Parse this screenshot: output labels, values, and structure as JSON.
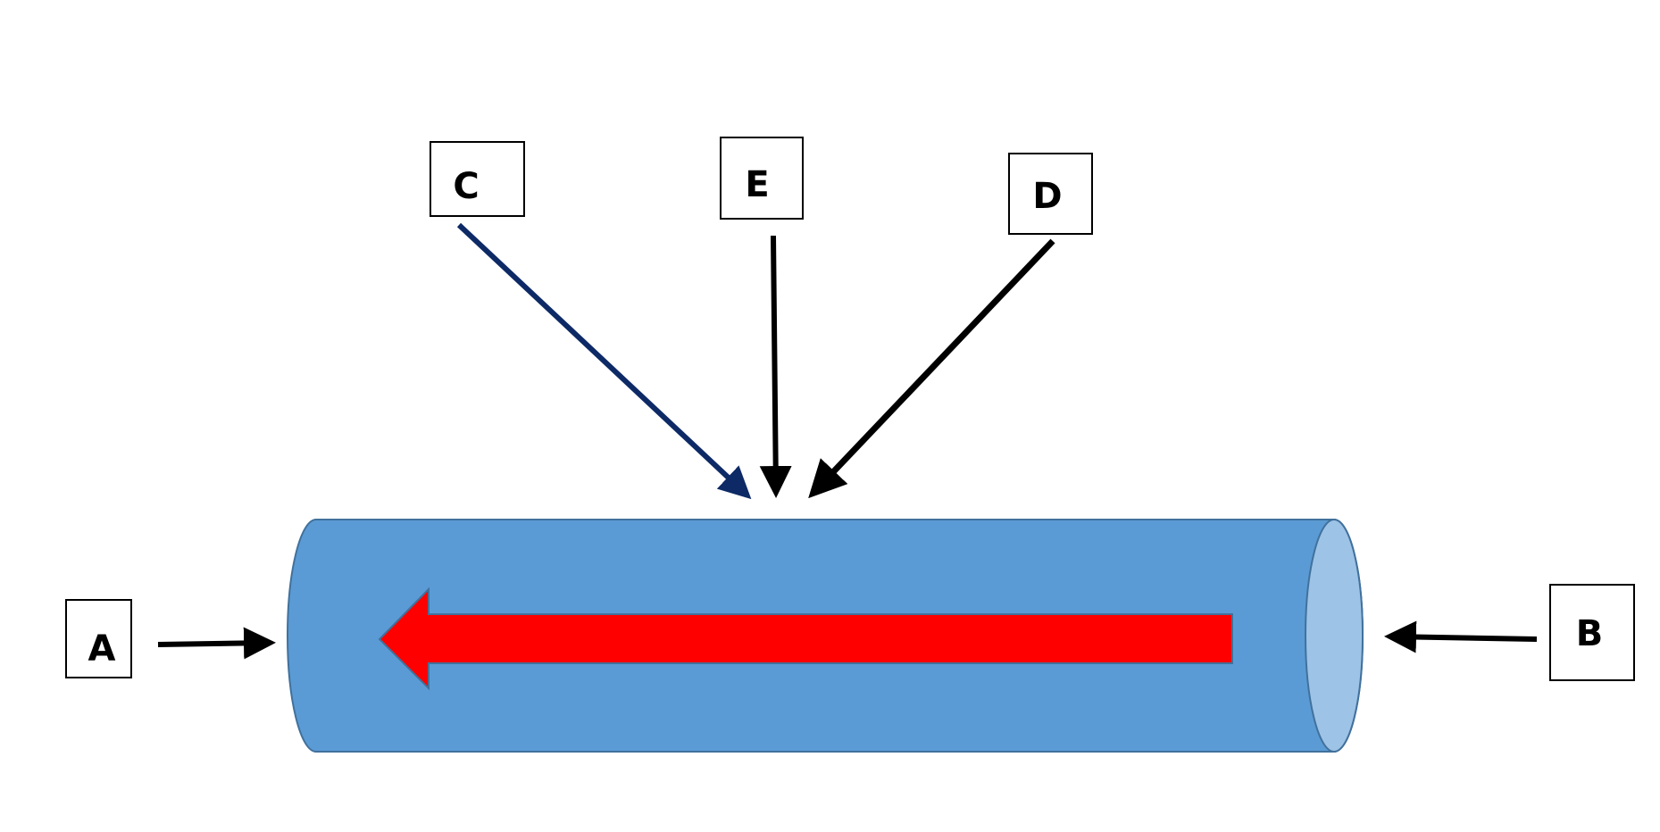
{
  "labels": {
    "a": "A",
    "b": "B",
    "c": "C",
    "d": "D",
    "e": "E"
  },
  "colors": {
    "tube_body": "#5b9bd5",
    "tube_outline": "#41719c",
    "tube_end": "#9dc3e6",
    "flow_arrow": "#ff0000",
    "pointer_c": "#0d2a66",
    "pointer_default": "#000000"
  }
}
